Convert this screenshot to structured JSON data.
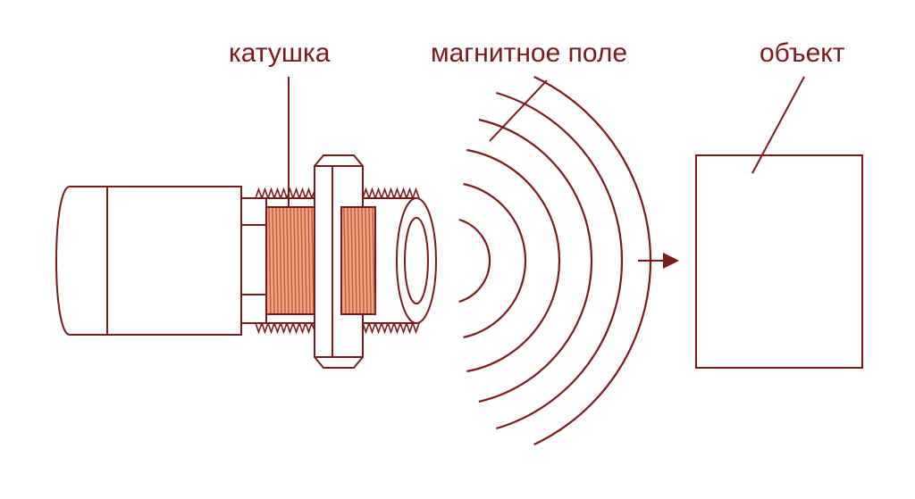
{
  "labels": {
    "coil": "катушка",
    "field": "магнитное поле",
    "object": "объект"
  },
  "colors": {
    "line": "#7a1a1a",
    "coil_fill": "#f0a580",
    "coil_stroke": "#c05a3a",
    "text": "#7a1a1a"
  }
}
